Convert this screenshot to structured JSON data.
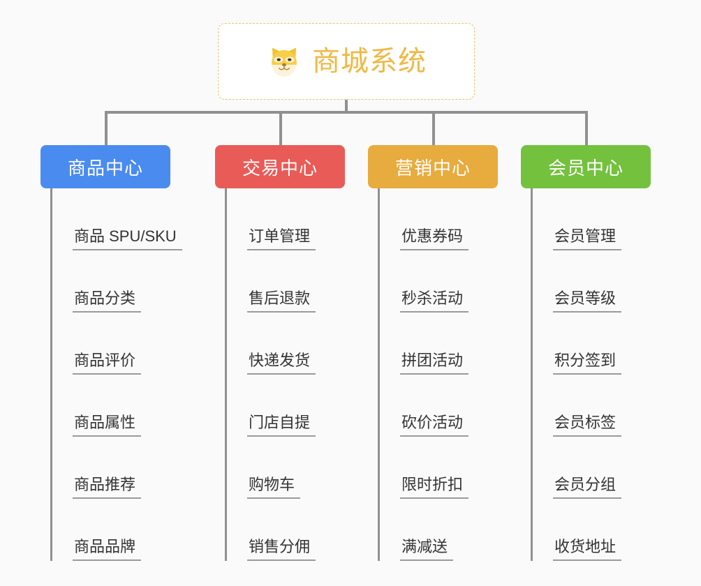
{
  "background_color": "#fafafa",
  "root": {
    "icon": "shiba-dog-face-icon",
    "title": "商城系统",
    "border_color": "#f0c070",
    "title_color": "#f0b844"
  },
  "connector_color": "#909090",
  "branches": [
    {
      "id": "product-center",
      "label": "商品中心",
      "color": "#4a8bf0",
      "items": [
        "商品 SPU/SKU",
        "商品分类",
        "商品评价",
        "商品属性",
        "商品推荐",
        "商品品牌"
      ]
    },
    {
      "id": "trade-center",
      "label": "交易中心",
      "color": "#e95b57",
      "items": [
        "订单管理",
        "售后退款",
        "快递发货",
        "门店自提",
        "购物车",
        "销售分佣"
      ]
    },
    {
      "id": "marketing-center",
      "label": "营销中心",
      "color": "#e8ab3e",
      "items": [
        "优惠券码",
        "秒杀活动",
        "拼团活动",
        "砍价活动",
        "限时折扣",
        "满减送"
      ]
    },
    {
      "id": "member-center",
      "label": "会员中心",
      "color": "#74c13e",
      "items": [
        "会员管理",
        "会员等级",
        "积分签到",
        "会员标签",
        "会员分组",
        "收货地址"
      ]
    }
  ]
}
